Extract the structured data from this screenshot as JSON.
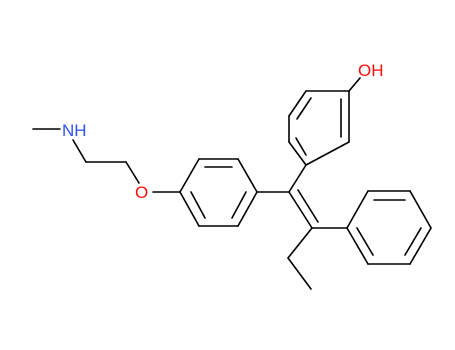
{
  "structure": {
    "atom_labels": {
      "hydroxyl": "OH",
      "ether_oxygen": "O",
      "amine": "NH"
    },
    "colors": {
      "bond": "#000000",
      "oxygen": "#ff0d0d",
      "nitrogen": "#3050f8"
    }
  }
}
